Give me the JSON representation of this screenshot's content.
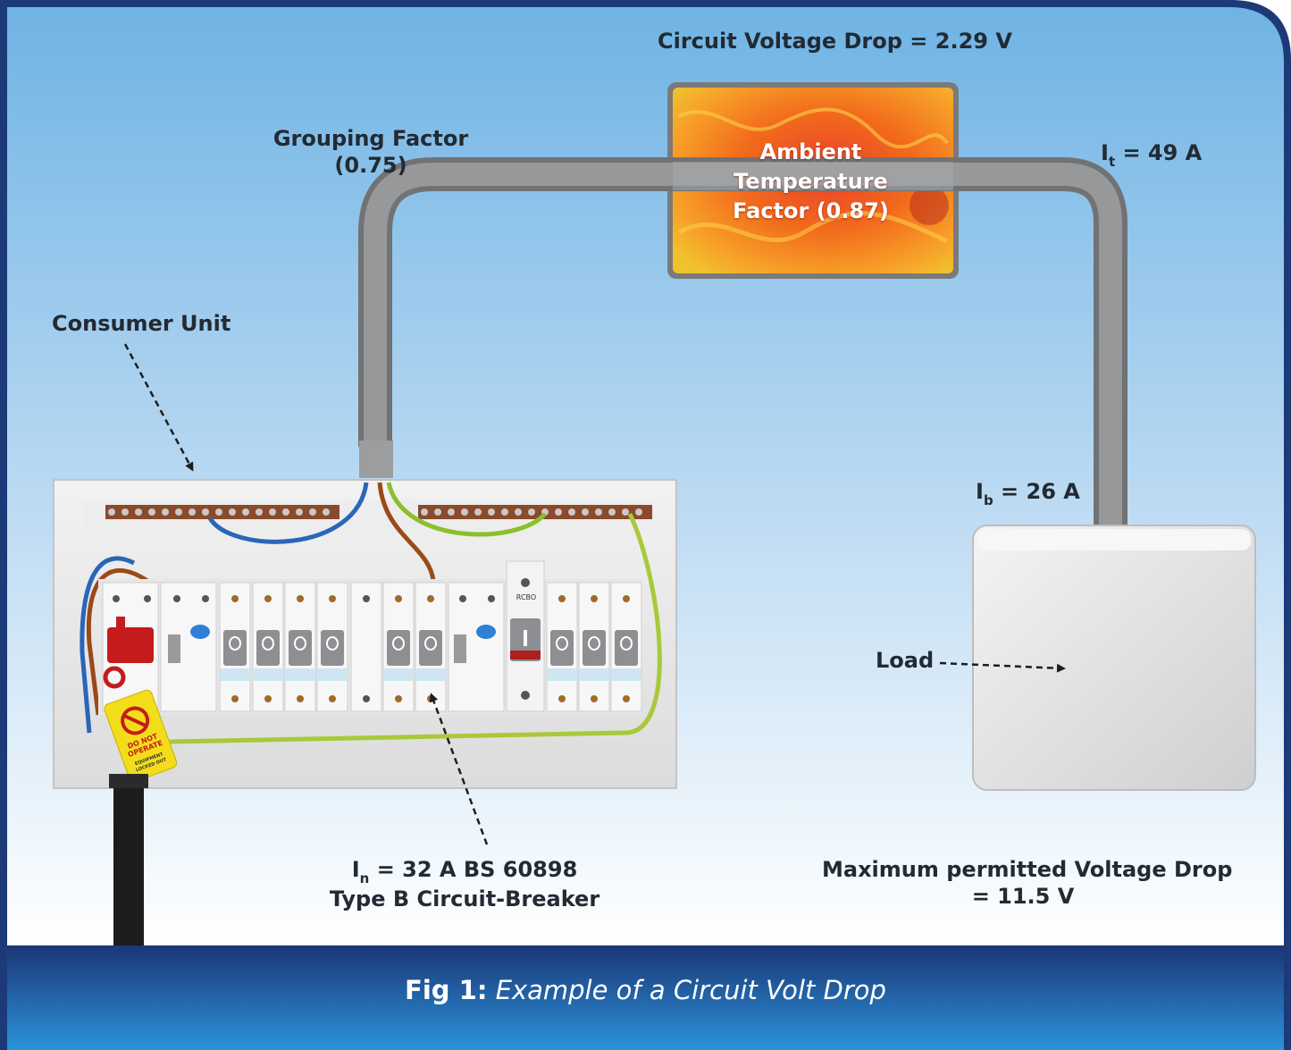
{
  "labels": {
    "circuit_voltage_drop": "Circuit Voltage Drop = 2.29 V",
    "grouping_factor_line1": "Grouping Factor",
    "grouping_factor_line2": "(0.75)",
    "ambient_line1": "Ambient",
    "ambient_line2": "Temperature",
    "ambient_line3": "Factor (0.87)",
    "it_symbol": "I",
    "it_sub": "t",
    "it_value": " = 49 A",
    "ib_symbol": "I",
    "ib_sub": "b",
    "ib_value": " = 26 A",
    "consumer_unit": "Consumer Unit",
    "load": "Load",
    "in_symbol": "I",
    "in_sub": "n",
    "in_value": " = 32 A BS 60898",
    "breaker_type": "Type B Circuit-Breaker",
    "max_drop_line1": "Maximum permitted Voltage Drop",
    "max_drop_line2": "= 11.5 V"
  },
  "device_text": {
    "rcbo": "RCBO",
    "tag_line1": "DO NOT",
    "tag_line2": "OPERATE",
    "tag_line3": "EQUIPMENT",
    "tag_line4": "LOCKED OUT"
  },
  "caption": {
    "label": "Fig 1:",
    "text": " Example of a Circuit Volt Drop"
  },
  "colors": {
    "sky_top": "#72b6e6",
    "sky_bottom": "#ffffff",
    "frame": "#1c3a78",
    "footer_dark": "#1e3d7e",
    "footer_light": "#2a8fd6",
    "cable": "#8a8c8f",
    "heat_orange": "#f2621b"
  }
}
